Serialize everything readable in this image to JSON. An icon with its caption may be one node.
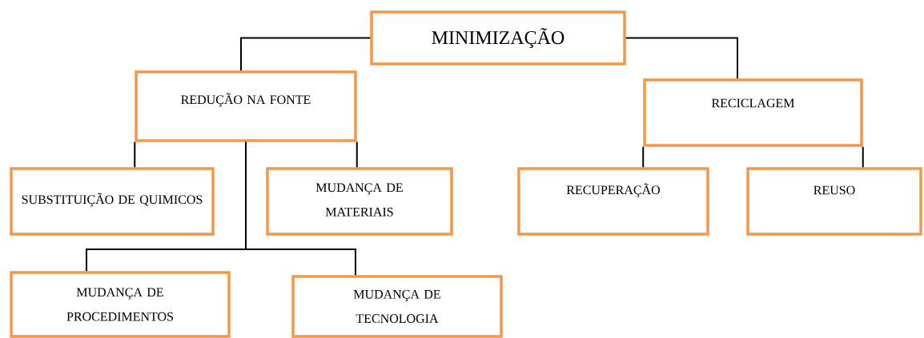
{
  "diagram": {
    "nodes": [
      {
        "text": [
          "MINIMIZAÇÃO"
        ]
      },
      {
        "text": [
          "REDUÇÃO NA FONTE"
        ]
      },
      {
        "text": [
          "RECICLAGEM"
        ]
      },
      {
        "text": [
          "SUBSTITUIÇÃO DE QUIMICOS"
        ]
      },
      {
        "text": [
          "MUDANÇA DE MATERIAIS"
        ]
      },
      {
        "text": [
          "RECUPERAÇÃO"
        ]
      },
      {
        "text": [
          "REUSO"
        ]
      },
      {
        "text": [
          "MUDANÇA DE PROCEDIMENTOS"
        ]
      },
      {
        "text": [
          "MUDANÇA DE TECNOLOGIA"
        ]
      }
    ],
    "edges": [
      {
        "from": 0,
        "to": 1,
        "arrow": "none"
      },
      {
        "from": 0,
        "to": 2,
        "arrow": "none"
      },
      {
        "from": 1,
        "to": 3,
        "arrow": "none"
      },
      {
        "from": 1,
        "to": 4,
        "arrow": "none"
      },
      {
        "from": 1,
        "to": 7,
        "arrow": "none"
      },
      {
        "from": 1,
        "to": 8,
        "arrow": "none"
      },
      {
        "from": 2,
        "to": 5,
        "arrow": "none"
      },
      {
        "from": 2,
        "to": 6,
        "arrow": "none"
      }
    ]
  }
}
